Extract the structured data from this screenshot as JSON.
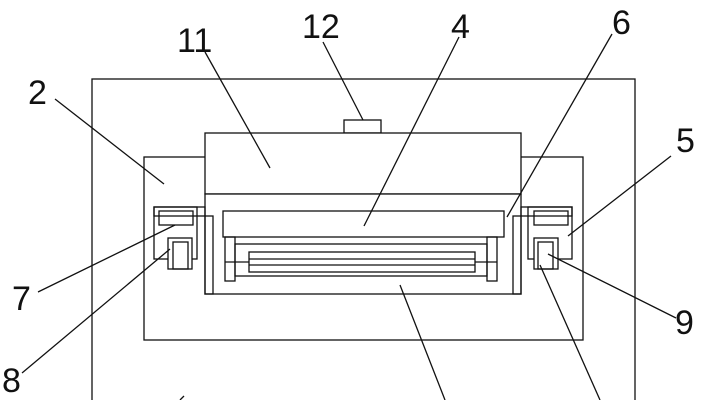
{
  "labels": {
    "l2": "2",
    "l4": "4",
    "l5": "5",
    "l6": "6",
    "l7": "7",
    "l8": "8",
    "l9": "9",
    "l11": "11",
    "l12": "12"
  },
  "colors": {
    "line": "#111111",
    "background": "#ffffff"
  }
}
